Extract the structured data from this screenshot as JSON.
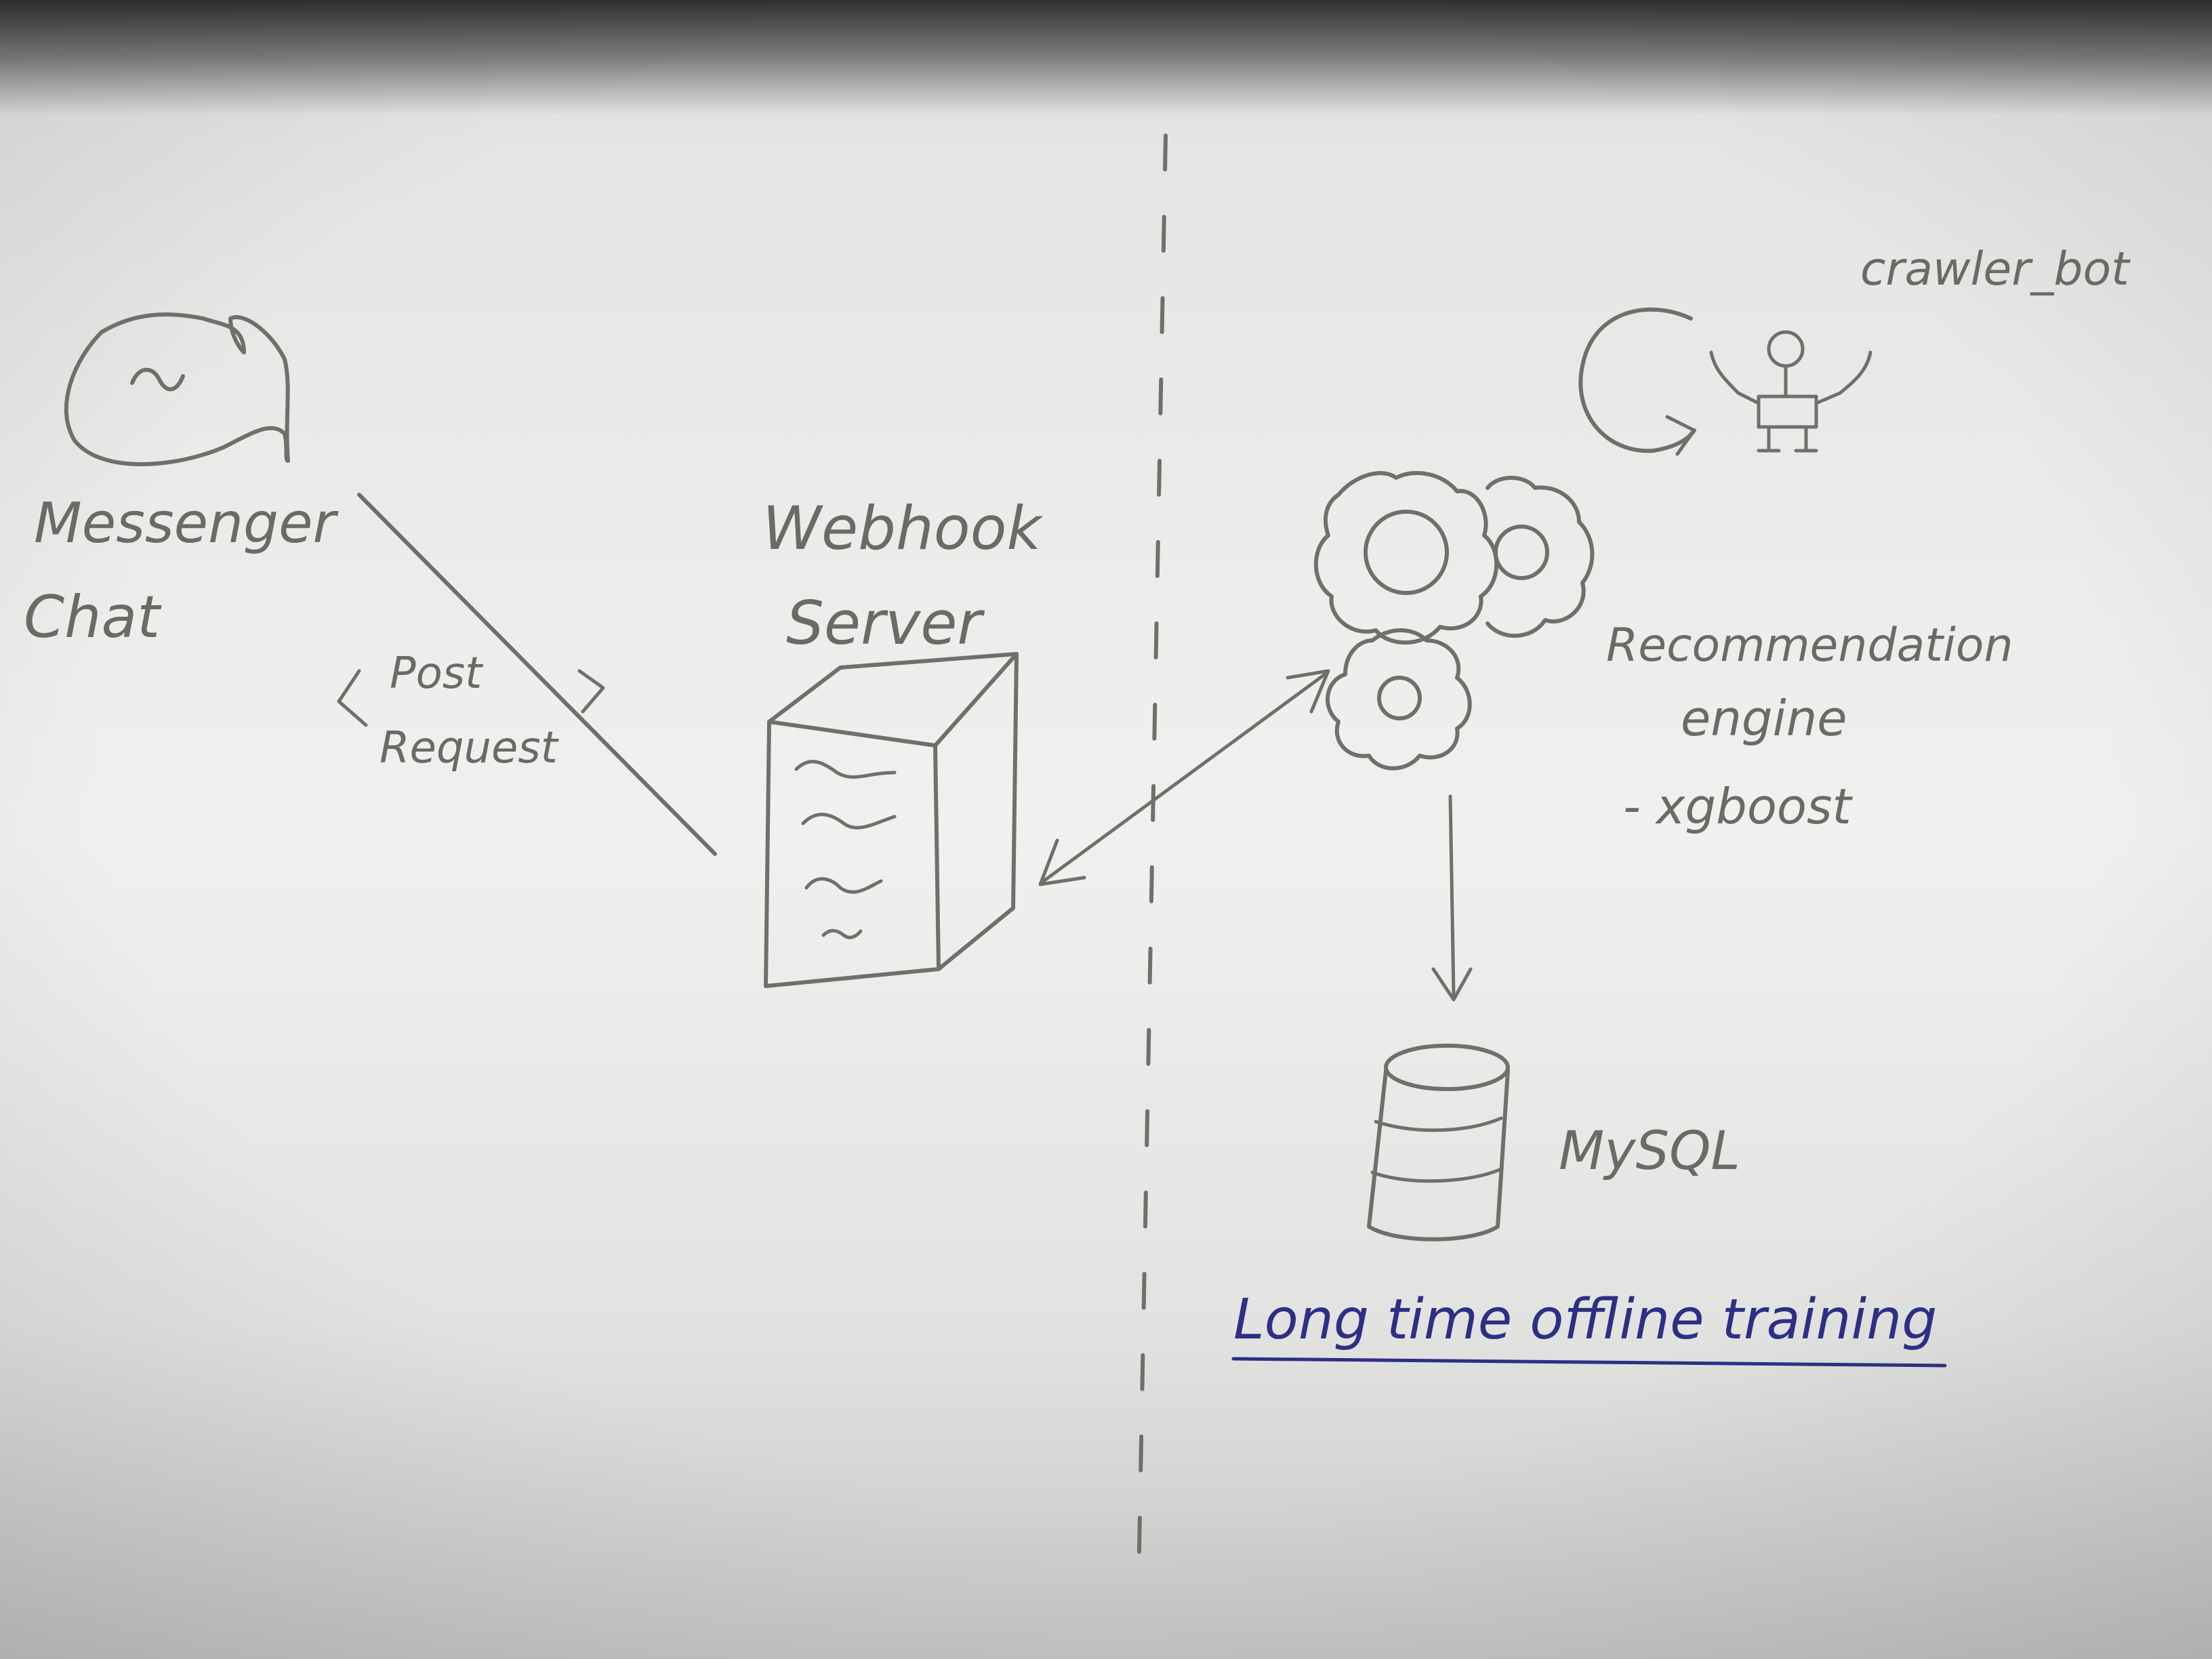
{
  "labels": {
    "messenger_line1": "Messenger",
    "messenger_line2": "Chat",
    "post_line1": "Post",
    "post_line2": "Request",
    "webhook_line1": "Webhook",
    "webhook_line2": "Server",
    "crawler": "crawler_bot",
    "rec_line1": "Recommendation",
    "rec_line2": "engine",
    "rec_line3": "- xgboost",
    "mysql": "MySQL",
    "offline": "Long time offline training"
  },
  "colors": {
    "pencil": "#6f6f6b",
    "ink": "#2d2f86",
    "paper": "#eff0ee",
    "top_shadow": "#3a3b3d"
  },
  "icons": [
    "chat-bubble-icon",
    "server-icon",
    "gears-icon",
    "robot-icon",
    "refresh-arrow-icon",
    "database-icon"
  ]
}
